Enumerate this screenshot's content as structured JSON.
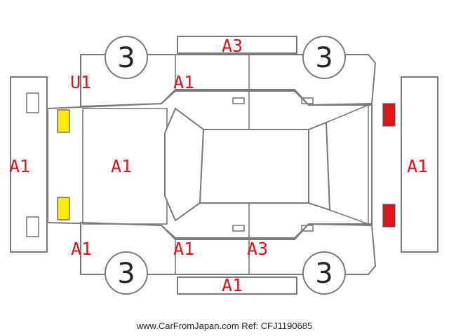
{
  "tire_labels": {
    "front_left": "3",
    "front_right": "3",
    "rear_left": "3",
    "rear_right": "3"
  },
  "damage_codes": {
    "roof_strip": "A3",
    "left_fender_top": "U1",
    "left_door_top": "A1",
    "front_panel": "A1",
    "hood": "A1",
    "rear_panel": "A1",
    "left_fender_bottom": "A1",
    "left_door_bottom": "A1",
    "right_door_bottom": "A3",
    "bottom_strip": "A1"
  },
  "colors": {
    "code_text": "#e0141e",
    "front_lights": "#ffee00",
    "rear_lights": "#e0141e",
    "outline": "#7a7a7a"
  },
  "watermark": "www.CarFromJapan.com Ref: CFJ1190685"
}
